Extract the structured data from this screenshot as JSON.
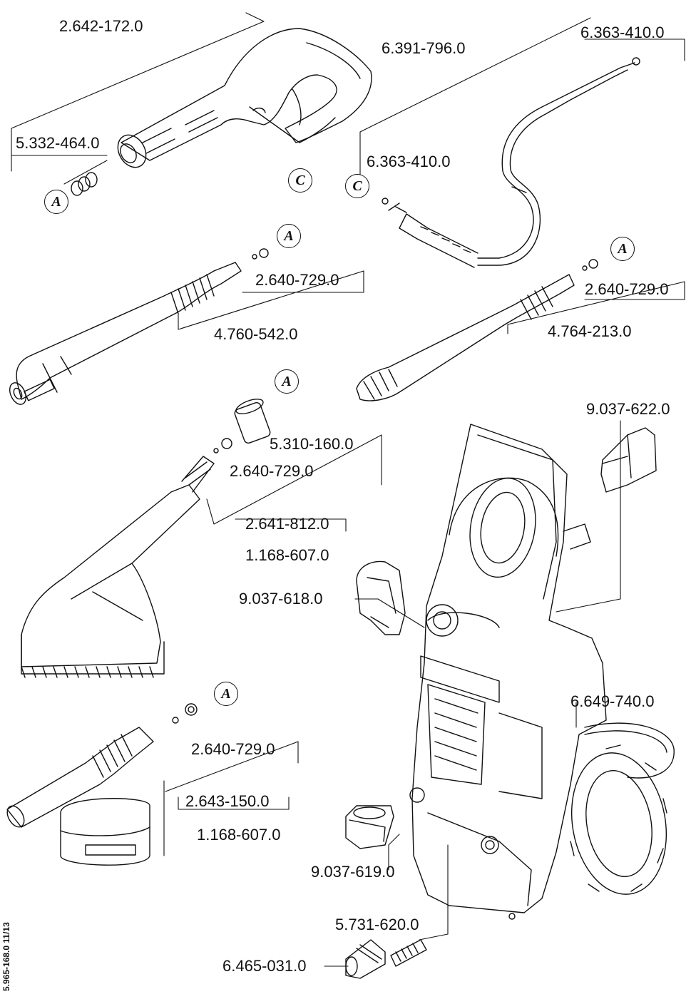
{
  "document": {
    "side_code": "5.965-168.0  11/13"
  },
  "parts": {
    "trigger_gun": "2.642-172.0",
    "gun_oring_set": "5.332-464.0",
    "hose": "6.391-796.0",
    "hose_end_oring": "6.363-410.0",
    "hose_gun_oring": "6.363-410.0",
    "lance_oring_set_1": "2.640-729.0",
    "lance_vario": "4.760-542.0",
    "lance_oring_set_2": "2.640-729.0",
    "lance_dirtblaster": "4.764-213.0",
    "holder_top": "9.037-622.0",
    "adapter_nut": "5.310-160.0",
    "brush_oring_set": "2.640-729.0",
    "brush_kit_1": "2.641-812.0",
    "brush_kit_2": "1.168-607.0",
    "holder_middle": "9.037-618.0",
    "hose_reel": "6.649-740.0",
    "foam_oring_set": "2.640-729.0",
    "foam_kit_1": "2.643-150.0",
    "foam_kit_2": "1.168-607.0",
    "holder_bottom": "9.037-619.0",
    "water_inlet": "5.731-620.0",
    "coupling": "6.465-031.0"
  },
  "symbols": {
    "a": "A",
    "c": "C"
  },
  "colors": {
    "line": "#111111",
    "background": "#ffffff"
  }
}
